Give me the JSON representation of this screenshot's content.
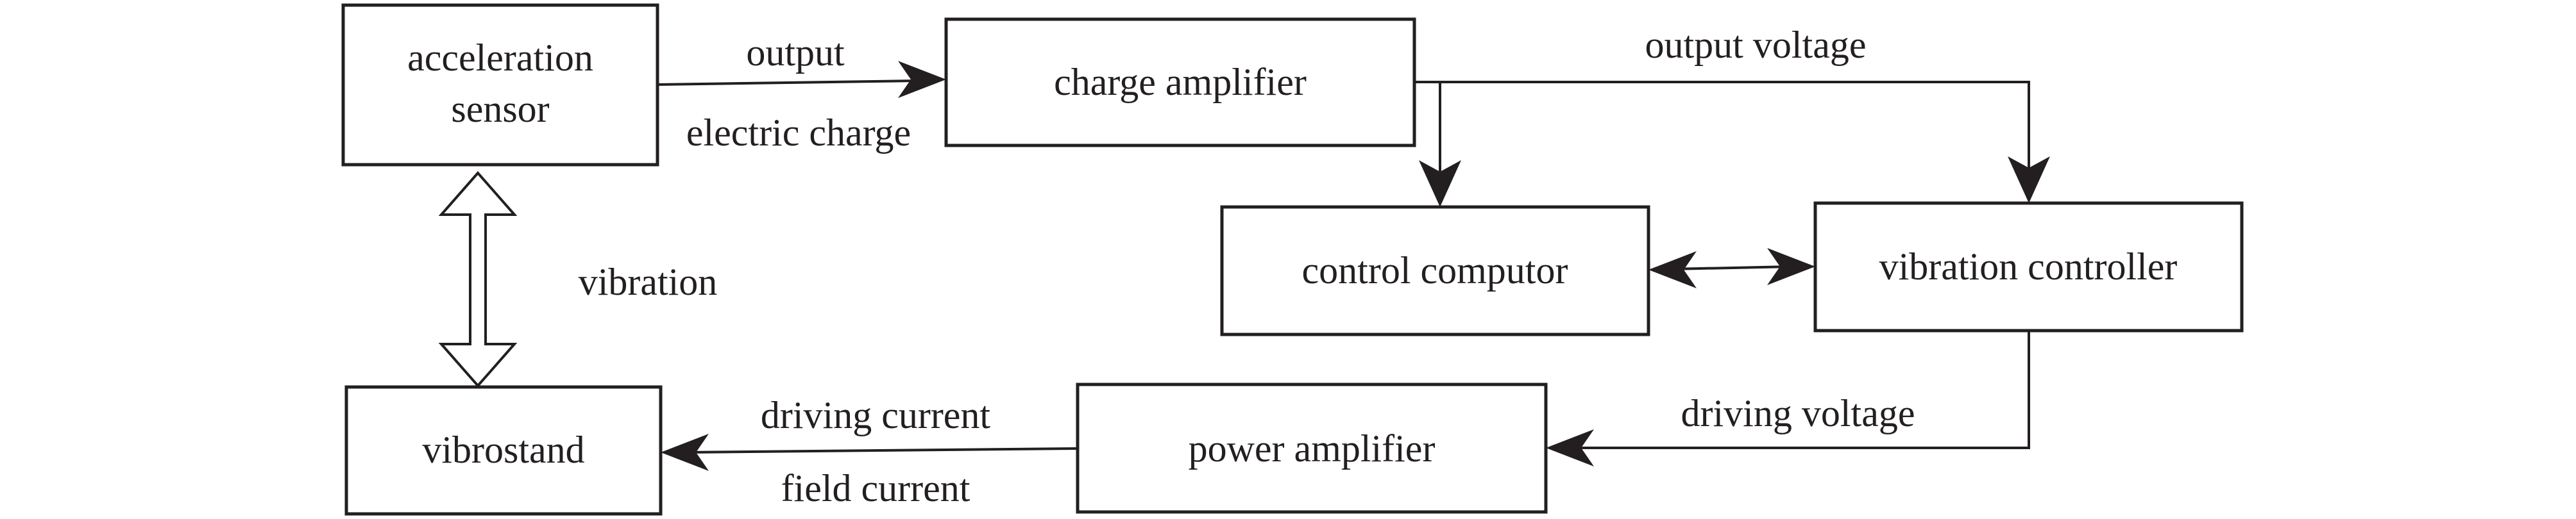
{
  "nodes": {
    "acceleration_sensor": {
      "line1": "acceleration",
      "line2": "sensor"
    },
    "charge_amplifier": "charge amplifier",
    "control_computor": "control computor",
    "vibration_controller": "vibration controller",
    "power_amplifier": "power amplifier",
    "vibrostand": "vibrostand"
  },
  "edge_labels": {
    "output": "output",
    "electric_charge": "electric charge",
    "output_voltage": "output voltage",
    "vibration": "vibration",
    "driving_voltage": "driving voltage",
    "driving_current": "driving current",
    "field_current": "field current"
  },
  "colors": {
    "line": "#231f20",
    "background": "#ffffff"
  }
}
